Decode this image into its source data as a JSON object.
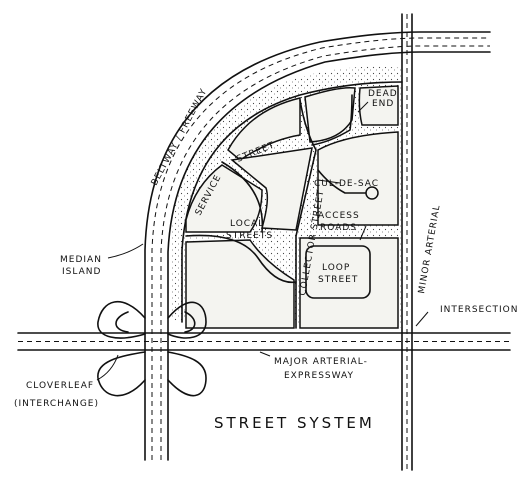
{
  "title": "STREET SYSTEM",
  "labels": {
    "beltway": "BELTWAY / FREEWAY",
    "median_line1": "MEDIAN",
    "median_line2": "ISLAND",
    "cloverleaf_line1": "CLOVERLEAF",
    "cloverleaf_line2": "(INTERCHANGE)",
    "service": "SERVICE",
    "street_top": "STREET",
    "local_line1": "LOCAL",
    "local_line2": "STREETS",
    "collector": "COLLECTOR STREET",
    "cul_de_sac": "CUL-DE-SAC",
    "access_line1": "ACCESS",
    "access_line2": "ROADS",
    "dead_line1": "DEAD",
    "dead_line2": "END",
    "loop_line1": "LOOP",
    "loop_line2": "STREET",
    "minor_arterial": "MINOR ARTERIAL",
    "intersection": "INTERSECTION",
    "major_line1": "MAJOR ARTERIAL-",
    "major_line2": "EXPRESSWAY"
  }
}
